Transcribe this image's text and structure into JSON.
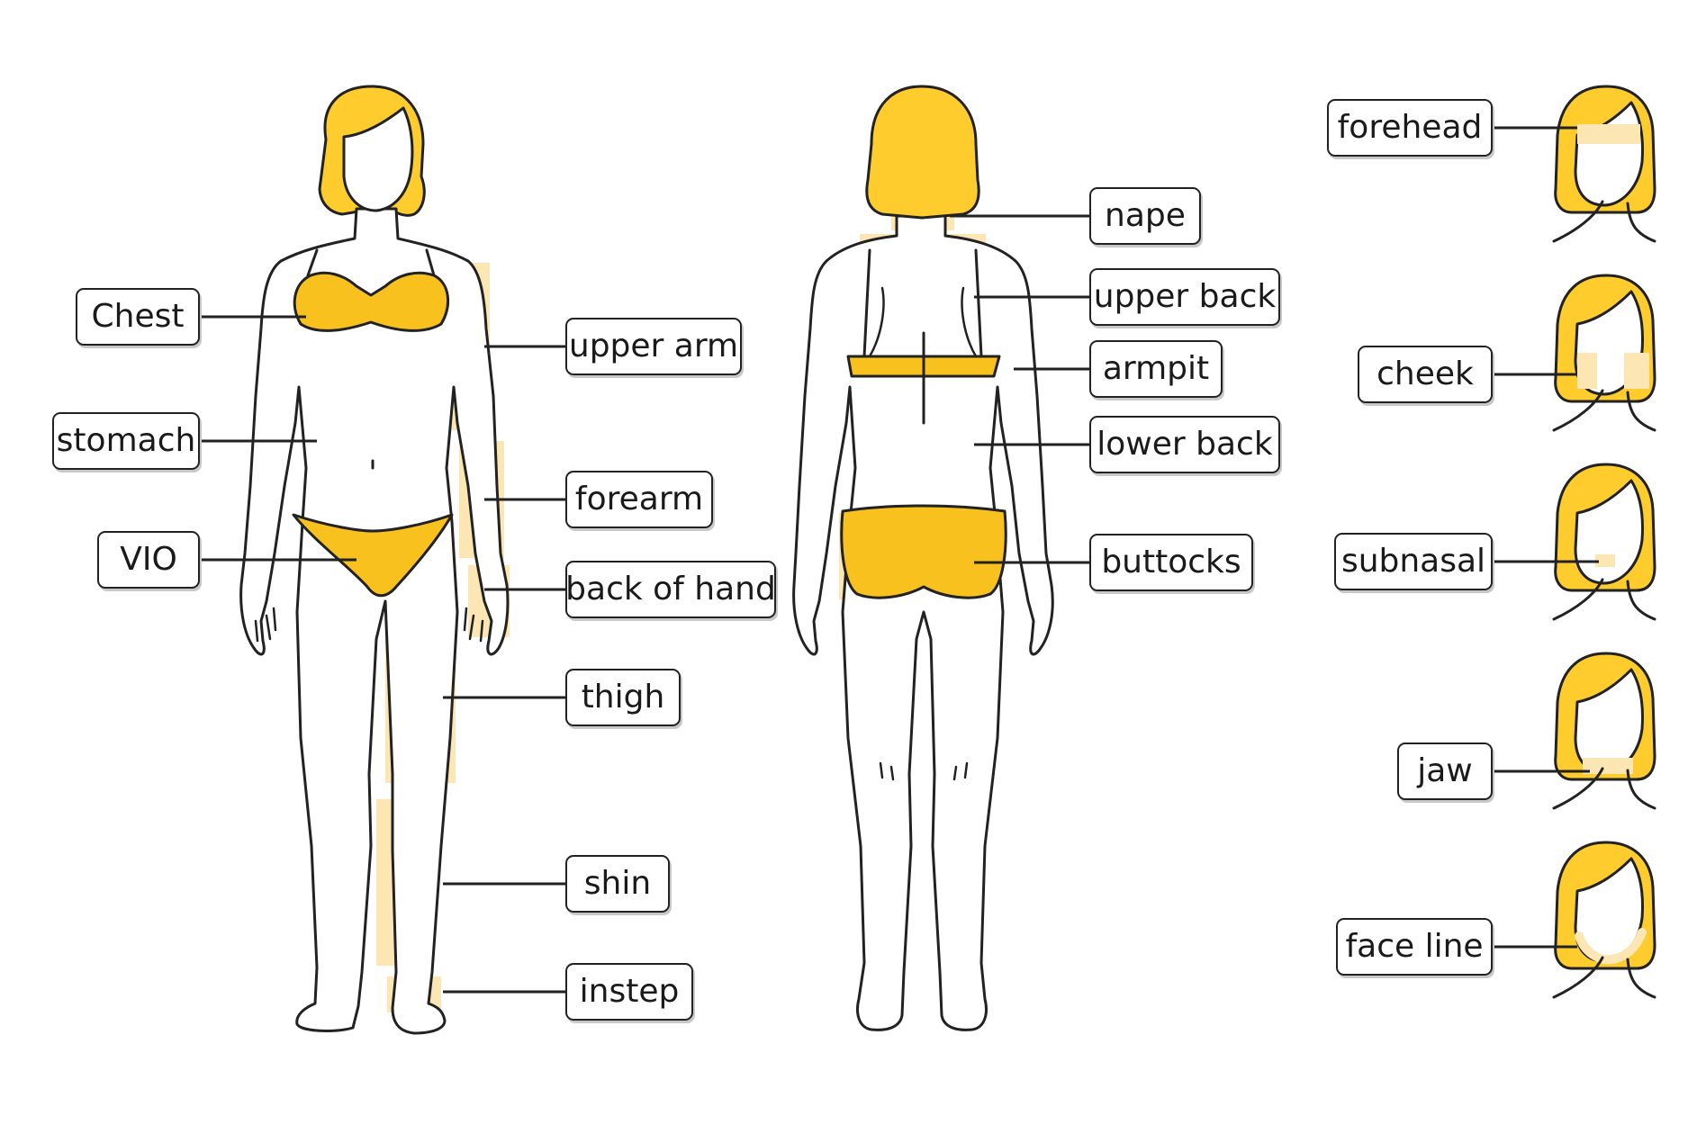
{
  "colors": {
    "hair": "#ffcc2e",
    "garment": "#f8c11e",
    "highlight": "#fce6b3",
    "outline": "#222222",
    "skin": "#ffffff"
  },
  "labels": {
    "front": {
      "chest": "Chest",
      "stomach": "stomach",
      "vio": "VIO",
      "upper_arm": "upper arm",
      "forearm": "forearm",
      "back_of_hand": "back of hand",
      "thigh": "thigh",
      "shin": "shin",
      "instep": "instep"
    },
    "back": {
      "nape": "nape",
      "upper_back": "upper back",
      "armpit": "armpit",
      "lower_back": "lower back",
      "buttocks": "buttocks"
    },
    "face": {
      "forehead": "forehead",
      "cheek": "cheek",
      "subnasal": "subnasal",
      "jaw": "jaw",
      "face_line": "face line"
    }
  }
}
